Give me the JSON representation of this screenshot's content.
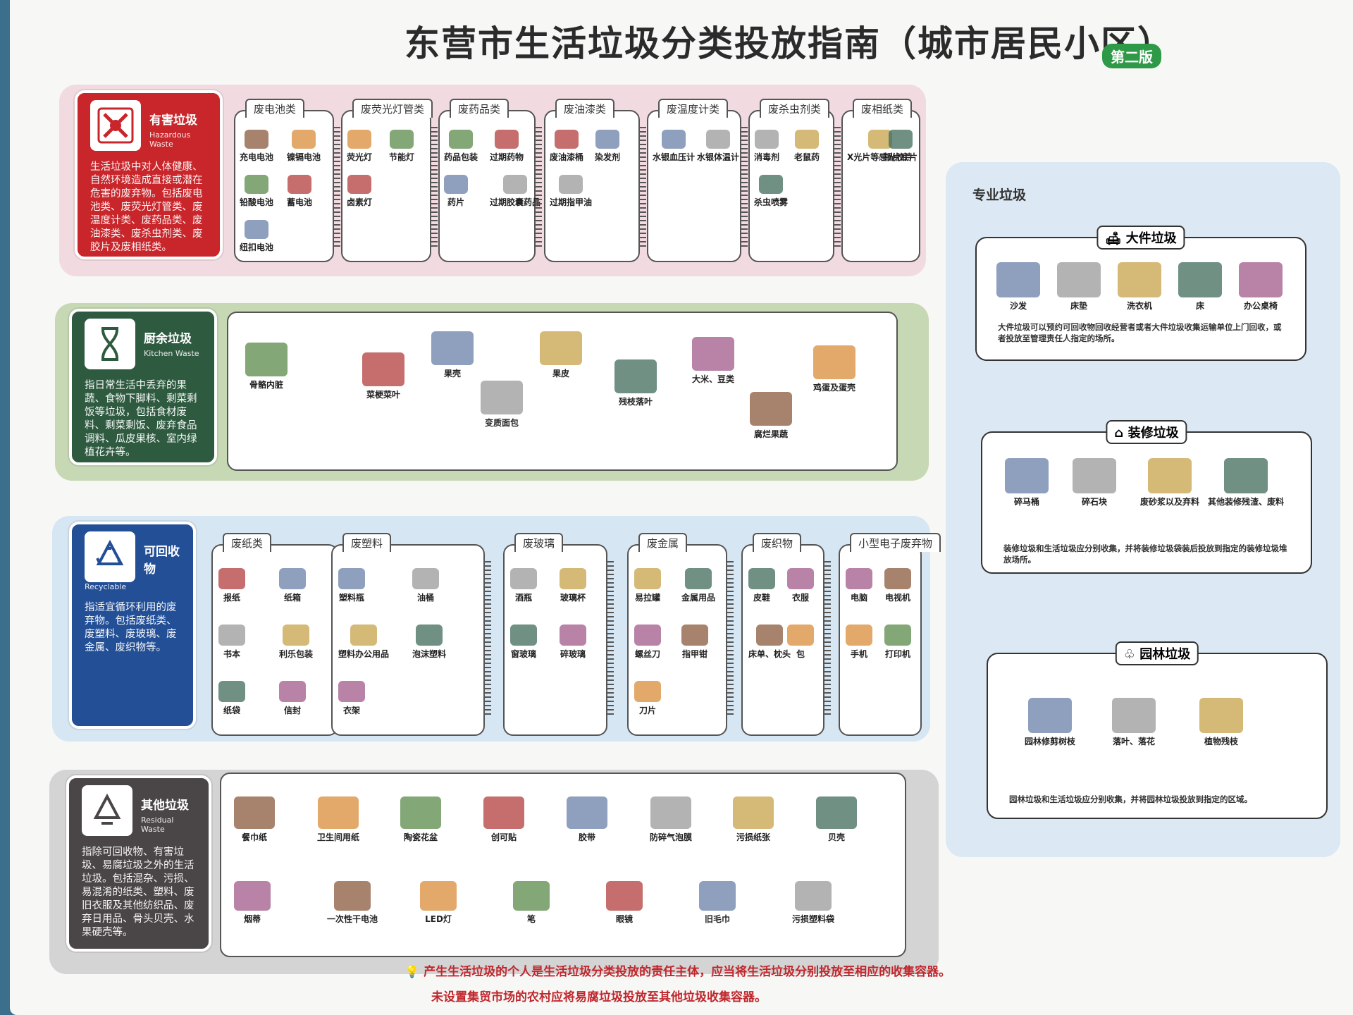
{
  "title": "东营市生活垃圾分类投放指南（城市居民小区）",
  "edition": "第二版",
  "colors": {
    "hazardous": "#c8262b",
    "kitchen": "#2e5a40",
    "recyclable": "#234f96",
    "residual": "#4a4546",
    "hazard_band": "#f2dbe0",
    "kitchen_band": "#c6d8b4",
    "recycle_band": "#d6e6f3",
    "residual_band": "#d4d4d4",
    "special_band": "#dce8f3"
  },
  "hazardous": {
    "name": "有害垃圾",
    "en": "Hazardous Waste",
    "desc": "生活垃圾中对人体健康、自然环境造成直接或潜在危害的废弃物。包括废电池类、废荧光灯管类、废温度计类、废药品类、废油漆类、废杀虫剂类、废胶片及废相纸类。",
    "groups": [
      {
        "title": "废电池类",
        "items": [
          "充电电池",
          "镍镉电池",
          "铅酸电池",
          "蓄电池",
          "纽扣电池"
        ]
      },
      {
        "title": "废荧光灯管类",
        "items": [
          "荧光灯",
          "节能灯",
          "卤素灯"
        ]
      },
      {
        "title": "废药品类",
        "items": [
          "药品包装",
          "过期药物",
          "药片",
          "过期胶囊药品"
        ]
      },
      {
        "title": "废油漆类",
        "items": [
          "废油漆桶",
          "染发剂",
          "过期指甲油"
        ]
      },
      {
        "title": "废温度计类",
        "items": [
          "水银血压计",
          "水银体温计"
        ]
      },
      {
        "title": "废杀虫剂类",
        "items": [
          "消毒剂",
          "老鼠药",
          "杀虫喷雾"
        ]
      },
      {
        "title": "废相纸类",
        "items": [
          "X光片等感光胶片",
          "相片底片"
        ]
      }
    ]
  },
  "kitchen": {
    "name": "厨余垃圾",
    "en": "Kitchen Waste",
    "desc": "指日常生活中丢弃的果蔬、食物下脚料、剩菜剩饭等垃圾，包括食材废料、剩菜剩饭、废弃食品调料、瓜皮果核、室内绿植花卉等。",
    "items": [
      "骨骼内脏",
      "菜梗菜叶",
      "果壳",
      "变质面包",
      "果皮",
      "残枝落叶",
      "大米、豆类",
      "腐烂果蔬",
      "鸡蛋及蛋壳"
    ]
  },
  "recyclable": {
    "name": "可回收物",
    "en": "Recyclable",
    "desc": "指适宜循环利用的废弃物。包括废纸类、废塑料、废玻璃、废金属、废织物等。",
    "groups": [
      {
        "title": "废纸类",
        "items": [
          "报纸",
          "纸箱",
          "书本",
          "利乐包装",
          "纸袋",
          "信封"
        ]
      },
      {
        "title": "废塑料",
        "items": [
          "塑料瓶",
          "油桶",
          "塑料办公用品",
          "泡沫塑料",
          "衣架"
        ]
      },
      {
        "title": "废玻璃",
        "items": [
          "酒瓶",
          "玻璃杯",
          "窗玻璃",
          "碎玻璃"
        ]
      },
      {
        "title": "废金属",
        "items": [
          "易拉罐",
          "金属用品",
          "螺丝刀",
          "指甲钳",
          "刀片"
        ]
      },
      {
        "title": "废织物",
        "items": [
          "皮鞋",
          "衣服",
          "床单、枕头",
          "包"
        ]
      },
      {
        "title": "小型电子废弃物",
        "items": [
          "电脑",
          "电视机",
          "手机",
          "打印机"
        ]
      }
    ]
  },
  "residual": {
    "name": "其他垃圾",
    "en": "Residual Waste",
    "desc": "指除可回收物、有害垃圾、易腐垃圾之外的生活垃圾。包括混杂、污损、易混淆的纸类、塑料、废旧衣服及其他纺织品、废弃日用品、骨头贝壳、水果硬壳等。",
    "items": [
      "餐巾纸",
      "卫生间用纸",
      "陶瓷花盆",
      "创可贴",
      "胶带",
      "防碎气泡膜",
      "污损纸张",
      "贝壳",
      "烟蒂",
      "一次性干电池",
      "LED灯",
      "笔",
      "眼镜",
      "旧毛巾",
      "污损塑料袋"
    ]
  },
  "special": {
    "heading": "专业垃圾",
    "bulky": {
      "title": "大件垃圾",
      "items": [
        "沙发",
        "床垫",
        "洗衣机",
        "床",
        "办公桌椅"
      ],
      "note": "大件垃圾可以预约可回收物回收经营者或者大件垃圾收集运输单位上门回收，或者投放至管理责任人指定的场所。"
    },
    "renovation": {
      "title": "装修垃圾",
      "items": [
        "碎马桶",
        "碎石块",
        "废砂浆以及弃料",
        "其他装修残渣、废料"
      ],
      "note": "装修垃圾和生活垃圾应分别收集，并将装修垃圾袋装后投放到指定的装修垃圾堆放场所。"
    },
    "garden": {
      "title": "园林垃圾",
      "items": [
        "园林修剪树枝",
        "落叶、落花",
        "植物残枝"
      ],
      "note": "园林垃圾和生活垃圾应分别收集，并将园林垃圾投放到指定的区域。"
    }
  },
  "footer": {
    "line1": "产生生活垃圾的个人是生活垃圾分类投放的责任主体，应当将生活垃圾分别投放至相应的收集容器。",
    "line2": "未设置集贸市场的农村应将易腐垃圾投放至其他垃圾收集容器。"
  }
}
